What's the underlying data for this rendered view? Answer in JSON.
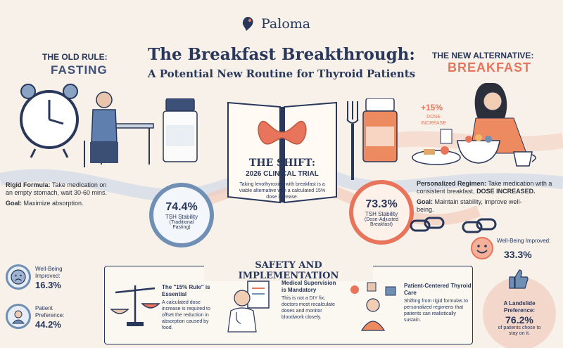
{
  "brand": {
    "name": "Paloma"
  },
  "title": {
    "main": "The Breakfast Breakthrough:",
    "sub": "A Potential New Routine for Thyroid Patients"
  },
  "old_rule": {
    "kicker": "THE OLD RULE:",
    "headline": "FASTING",
    "formula_label": "Rigid Formula:",
    "formula_text": "Take medication on an empty stomach, wait 30-60 mins.",
    "goal_label": "Goal:",
    "goal_text": "Maximize absorption.",
    "stat_value": "74.4%",
    "stat_label": "TSH Stability",
    "stat_sub": "(Traditional Fasting)"
  },
  "new_alt": {
    "kicker": "THE NEW ALTERNATIVE:",
    "headline": "BREAKFAST",
    "dose_pct": "+15%",
    "dose_label": "DOSE INCREASE",
    "regimen_label": "Personalized Regimen:",
    "regimen_text": "Take medication with a consistent breakfast,",
    "regimen_emph": "DOSE INCREASED.",
    "goal_label": "Goal:",
    "goal_text": "Maintain stability, improve well-being.",
    "stat_value": "73.3%",
    "stat_label": "TSH Stability",
    "stat_sub": "(Dose-Adjusted Breakfast)"
  },
  "shift": {
    "title": "THE SHIFT:",
    "subtitle": "2026 CLINICAL TRIAL",
    "text": "Taking levothyroxine with breakfast is a viable alternative with a calculated 15% dose increase."
  },
  "left_stats": {
    "wellbeing_label": "Well-Being Improved:",
    "wellbeing_value": "16.3%",
    "preference_label": "Patient Preference:",
    "preference_value": "44.2%"
  },
  "right_stats": {
    "wellbeing_label": "Well-Being Improved:",
    "wellbeing_value": "33.3%",
    "landslide_label": "A Landslide Preference:",
    "landslide_value": "76.2%",
    "landslide_sub": "of patients chose to stay on it."
  },
  "safety": {
    "heading": "SAFETY AND IMPLEMENTATION",
    "items": [
      {
        "title": "The \"15% Rule\" is Essential",
        "text": "A calculated dose increase is required to offset the reduction in absorption caused by food."
      },
      {
        "title": "Medical Supervision is Mandatory",
        "text": "This is not a DIY fix; doctors most recalculate doses and monitor bloodwork closely."
      },
      {
        "title": "Patient-Centered Thyroid Care",
        "text": "Shifting from rigid formulas to personalized regimens that patients can realistically sustain."
      }
    ]
  },
  "colors": {
    "navy": "#28375a",
    "coral": "#e8745b",
    "blue": "#6f8fb4",
    "paper": "#f7f1ea"
  }
}
